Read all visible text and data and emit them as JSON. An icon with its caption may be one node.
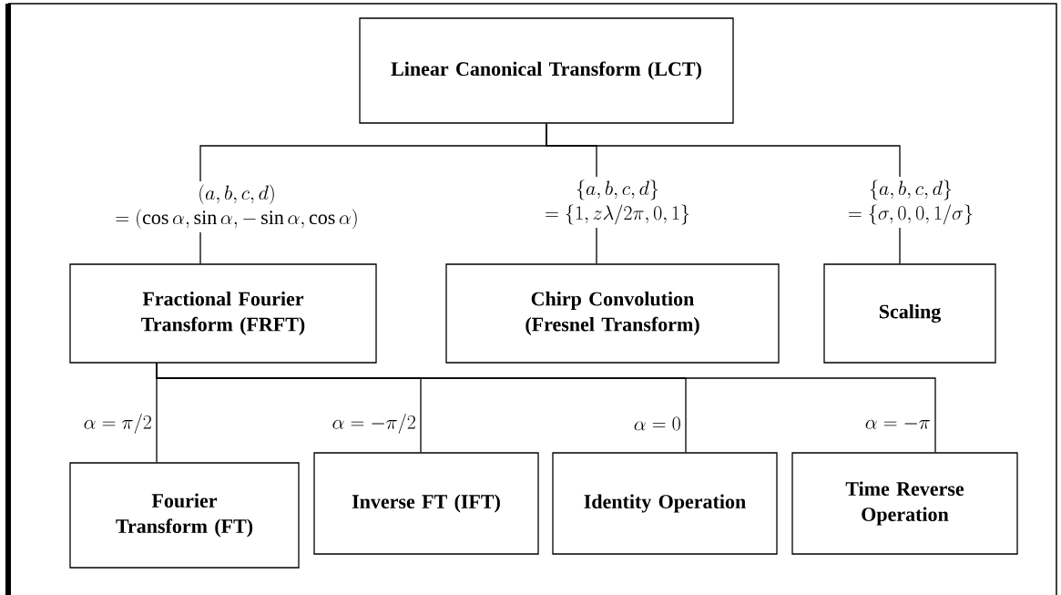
{
  "diagram": {
    "nodes": [
      {
        "text": [
          "Linear Canonical Transform (LCT)"
        ]
      },
      {
        "text": [
          "Fractional Fourier Transform (FRFT)"
        ]
      },
      {
        "text": [
          "Chirp Convolution (Fresnel Transform)"
        ]
      },
      {
        "text": [
          "Scaling"
        ]
      },
      {
        "text": [
          "Fourier Transform (FT)"
        ]
      },
      {
        "text": [
          "Inverse FT (IFT)"
        ]
      },
      {
        "text": [
          "Identity Operation"
        ]
      },
      {
        "text": [
          "Time Reverse Operation"
        ]
      }
    ],
    "edges": [
      {
        "from": 0,
        "to": 1,
        "arrow": "none",
        "label": "\\begin{array}{c}(a, b, c, d)\\\\ =(\\cos\\alpha, \\sin\\alpha, -\\sin\\alpha, \\cos\\alpha)\\end{array}"
      },
      {
        "from": 0,
        "to": 2,
        "arrow": "none",
        "label": "\\begin{array}{c}\\{a, b, c, d\\}\\\\ =\\{1, z\\lambda/2\\pi, 0, 1\\}\\end{array}"
      },
      {
        "from": 0,
        "to": 3,
        "arrow": "none",
        "label": "\\begin{array}{c}\\{a, b, c, d\\}\\\\ =\\{\\sigma, 0, 0, 1/\\sigma\\}\\end{array}"
      },
      {
        "from": 1,
        "to": 4,
        "arrow": "none",
        "label": "\\alpha = \\pi/2"
      },
      {
        "from": 1,
        "to": 5,
        "arrow": "none",
        "label": "\\alpha = -\\pi/2"
      },
      {
        "from": 1,
        "to": 6,
        "arrow": "none",
        "label": "\\alpha = 0"
      },
      {
        "from": 1,
        "to": 7,
        "arrow": "none",
        "label": "\\alpha = -\\pi"
      }
    ]
  }
}
